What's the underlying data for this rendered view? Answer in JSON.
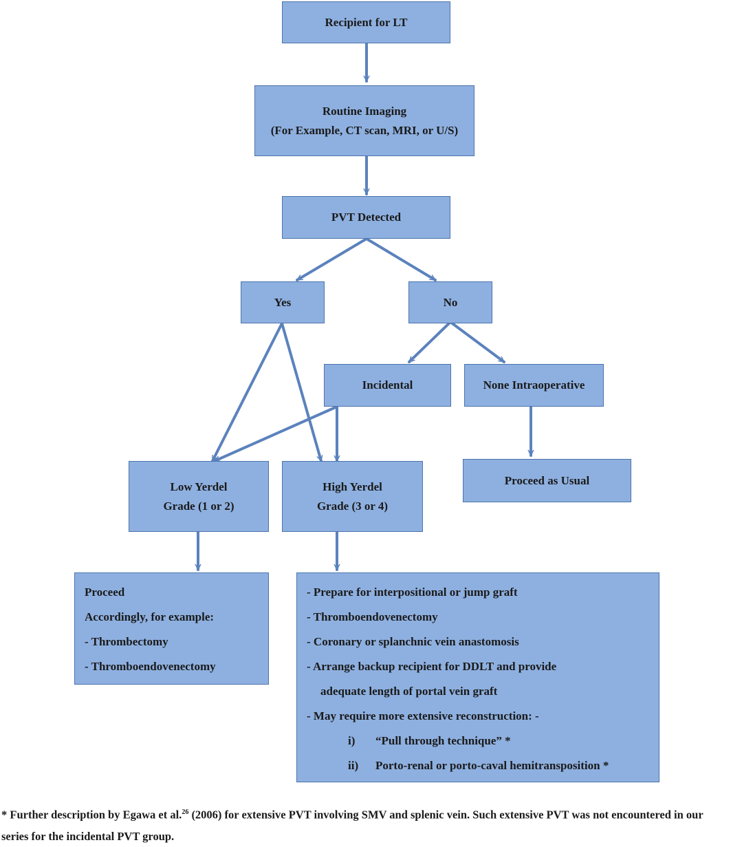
{
  "nodes": {
    "recipient": "Recipient for LT",
    "imaging_title": "Routine Imaging",
    "imaging_sub": "(For Example, CT scan, MRI, or U/S)",
    "pvt": "PVT Detected",
    "yes": "Yes",
    "no": "No",
    "incidental": "Incidental",
    "none_intra": "None Intraoperative",
    "low_line1": "Low Yerdel",
    "low_line2": "Grade (1 or 2)",
    "high_line1": "High Yerdel",
    "high_line2": "Grade (3 or 4)",
    "proceed_usual": "Proceed as Usual"
  },
  "low_actions": {
    "line1": "Proceed",
    "line2": "Accordingly, for example:",
    "items": [
      "-  Thrombectomy",
      "-  Thromboendovenectomy"
    ]
  },
  "high_actions": {
    "items": [
      "-  Prepare for interpositional or jump graft",
      "-  Thromboendovenectomy",
      "-  Coronary or splanchnic vein anastomosis",
      "-  Arrange backup recipient for DDLT and provide",
      "adequate length of portal vein graft",
      "-  May require more extensive reconstruction: -"
    ],
    "sub_items": [
      {
        "num": "i)",
        "text": "“Pull through technique” *"
      },
      {
        "num": "ii)",
        "text": "Porto-renal or porto-caval hemitransposition *"
      }
    ]
  },
  "footnote": {
    "prefix": "* Further description by Egawa et al.",
    "ref": "26",
    "rest": " (2006) for extensive PVT involving SMV and splenic vein. Such extensive PVT was not encountered in our series for the incidental PVT group."
  },
  "colors": {
    "box_fill": "#8eb0e0",
    "box_border": "#4a73ac",
    "arrow": "#5b82bd"
  }
}
